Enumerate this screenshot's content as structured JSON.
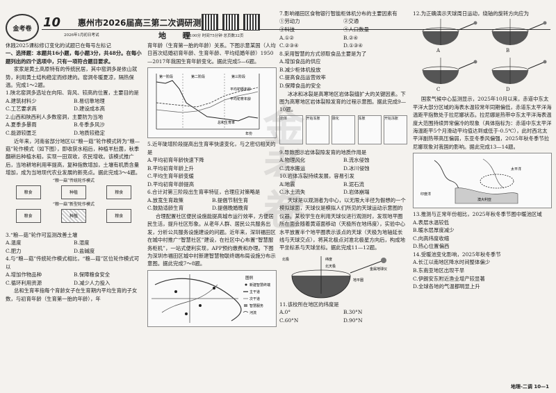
{
  "header": {
    "logo": "金考卷",
    "number": "10",
    "title": "惠州市2026届高三第二次调研测试",
    "subject": "地 理",
    "date": "2026年1月初日考试",
    "info": "满分100分 时间75分钟 总页数32页"
  },
  "col1": {
    "intro": "休践2025课标修订变化的试题已在每号左标记",
    "section": "一、选择题：本题共16小题，每小题3分，共48分。在每小题列出的四个选项中，只有一项符合题目要求。",
    "passage1": "家家是黄土高原特有的传统民居，其中窑洞多是依山就势，利用黄土结构稳定而修建的。窑洞冬暖夏凉，隔热保温。完成1～2题。",
    "q1": "1.陕北窑洞多选址在向阳、背风、较高的位置，主要目的是",
    "q1_opts": [
      "A.建筑材料少",
      "B.易切靠地理",
      "C.工艺要求高",
      "D.建设成本高"
    ],
    "q2": "2.山西和陕西利人多数窑洞，主要防为当地",
    "q2_opts": [
      "A.夏季多暴雨",
      "B.冬季多风沙",
      "C.能源较匮乏",
      "D.地质较稳定"
    ],
    "passage2": "近年来，河南省部分地区以“粮一菇”轮作模式转为“粮—菇”轮作模式（如下图），即收获水稻后，种植羊肚菌，秋季翻耕后种植水稻，实现一田双收，农民增收。该模式推广后，当地耕地利用率提高，复种指数增加，土壤有机质含量增加，成为当地现代农业发展的新亮点。据此完成3～4题。",
    "diagram_title": "“粮一菇”传统轮作模式",
    "diagram_title2": "“粮一菇”新型轮作模式",
    "boxes": [
      "粮食",
      "种植",
      "粮食",
      "粮食",
      "种植",
      "粮食"
    ],
    "q3": "3.“粮—菇”轮作可监测改善土壤",
    "q3_opts": [
      "A.温度",
      "B.湿度",
      "C.肥力",
      "D.盐碱度"
    ],
    "q4": "4.与“粮—菇”传统轮作模式相比，“粮—菇”区位轮作模式可以",
    "q4_opts": [
      "A.增加作物品种",
      "B.保障粮食安全",
      "C.循环利用资源",
      "D.减少人力投入"
    ],
    "passage3": "总和生育率指每个育龄女子在生育期内平均生育的子女数，与初育年龄（生育第一胎的年龄），年"
  },
  "col2": {
    "top_text": "育年龄（生育第一胎的年龄）关系。下图示意某国（人均日首次结婚初育年龄、生育年龄、平均结婚年龄）1950—2017年我国生育年龄变化。据此完成5—6题。",
    "chart_labels": [
      "第一阶段",
      "第二阶段",
      "第三阶段",
      "总和生育率",
      "平均初婚年龄",
      "平均初育年龄",
      "年份"
    ],
    "q5": "5.近年陡增阶段提高出生育率快速变化，与之密切相关的是",
    "q5_opts": [
      "A.平均初育年龄快速下降",
      "B.平均初育年龄上升",
      "C.平均生育年龄变缓",
      "D.平均初育年龄提高"
    ],
    "q6": "6.合计对第三阶段出生育率特征，合理应对策略是",
    "q6_opts": [
      "A.放宽生育政策",
      "B.提倡节制生育",
      "C.鼓励适龄生育",
      "D.提倡晚婚晚育"
    ],
    "passage4": "合理配置社区便民设施能提高城市运行效率，方便居民生活，提升社区形象。从老年人群、居民公共服务出发，分析公共服务设施建设的问题。近年来，深圳福田区在城中村推广“智慧社区”建设，在社区中心布置“智慧服务柜机”，一站式便利实现，APP预约缴费和办理。下图为深圳市福田区城中村新建智慧物联终端布局设施分布示意图。据此完成7～8题。",
    "legend": [
      "图例",
      "新建智慧终端",
      "主干道",
      "次干道",
      "智慧服务",
      "河流"
    ]
  },
  "col3": {
    "q7": "7.影响福田区食物银行智能柜体机分布的主要因素有",
    "q7_items": [
      "①劳动力",
      "②交通",
      "③科技",
      "④人口数量"
    ],
    "q7_opts": [
      "A.①②",
      "B.②④",
      "C.②③④",
      "D.①③④"
    ],
    "q8": "8.采用智慧的方式领取食品主要是为了",
    "q8_opts": [
      "A.增加食品的供应",
      "B.减少柜体机投放",
      "C.提高食品运营效率",
      "D.保障食品的安全"
    ],
    "passage5": "冰冰和冰裂是高寒地区岩体裂缝扩大的关键因素。下图为高寒地区岩体裂隙发育的过程示意图。据此完成9—10题。",
    "fig_labels": [
      "岩体",
      "开始冻胀",
      "融化",
      "冻胀",
      "开始冻胀"
    ],
    "q9": "9.导致图示岩体裂隙发育的地质作用是",
    "q9_opts": [
      "A.物理风化",
      "B.流水侵蚀",
      "C.流水搬运",
      "D.冰川侵蚀"
    ],
    "q10": "10.岩体冻裂持续发展，容易引发",
    "q10_opts": [
      "A.地震",
      "B.泥石流",
      "C.水土流失",
      "D.岩体崩塌"
    ],
    "passage6": "天球是以观测者为中心，以无限大半径为假想的一个模拟球面，天球仪是模拟人们所见的天球运动示意图的仪器。某校学生在利用天球仪进行观测时，发现地平圈所在面会随着黄道面移动（天极所在地纬度），实验中心水平放置半个地平圈表示该点的天球（天极为地轴延长线与天球交点），将其北极点对准北极星方向后，构成地平坐标系与天球坐标。据此完成11—12题。",
    "fig2_labels": [
      "北极",
      "纬度",
      "北天极",
      "金属地球仪",
      "地平圈"
    ],
    "q11": "11.该校所在地区的纬度是",
    "q11_opts": [
      "A.0°",
      "B.30°N",
      "C.60°N",
      "D.90°N"
    ]
  },
  "col4": {
    "q12": "12.为正确演示天球周日运动，绕轴的旋转方向应为",
    "q12_opts": [
      "A",
      "B",
      "C",
      "D"
    ],
    "passage7": "国家气候中心监测显示，2025年10月以来，赤道中东太平洋大部分区域的海表水温较常年同期偏低，赤道东太平洋海温距平指数处于拉尼娜状态。拉尼娜是热带中东太平洋海表温度大范围持续异常偏冷的现象（具体指标为：赤道中东太平洋海温距平5个月滑动平均值达到或低于-0.5℃），此时西北太平洋副热带高压偏弱，东亚冬季风偏强，2025年秋冬季节拉尼娜现象对我国的影响。据此完成13—14题。",
    "q13": "13.推测与正常年份相比，2025年秋冬季节图中暖池区域",
    "q13_opts": [
      "A.表层水温较低",
      "B.暖水层厚度减少",
      "C.向高纬度收缩",
      "D.热心位置偏西"
    ],
    "q14": "14.受暖池变化影响，2025年秋冬季节",
    "q14_opts": [
      "A.长江以南地区降水时间整体偏少",
      "B.东南亚地区出现干旱",
      "C.伊朗安东附近渔业增产较显著",
      "D.全球各地的气温都明显上升"
    ],
    "map_labels": [
      "太平洋",
      "印度洋",
      "澳大利亚"
    ]
  },
  "footer": {
    "page": "地理-二调 10—1"
  }
}
